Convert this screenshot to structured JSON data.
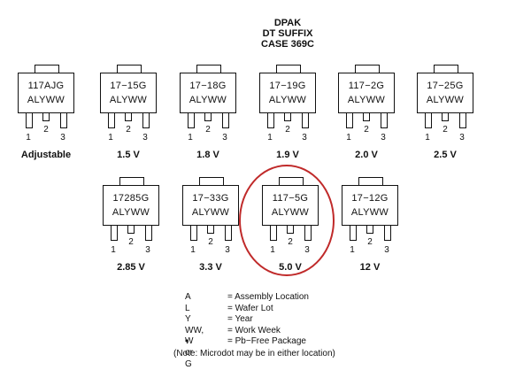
{
  "header": {
    "line1": "DPAK",
    "line2": "DT SUFFIX",
    "line3": "CASE 369C"
  },
  "pin_labels": {
    "p1": "1",
    "p2": "2",
    "p3": "3"
  },
  "packages": [
    {
      "code": "117AJG",
      "date": "ALYWW",
      "voltage": "Adjustable"
    },
    {
      "code": "17−15G",
      "date": "ALYWW",
      "voltage": "1.5 V"
    },
    {
      "code": "17−18G",
      "date": "ALYWW",
      "voltage": "1.8 V"
    },
    {
      "code": "17−19G",
      "date": "ALYWW",
      "voltage": "1.9 V"
    },
    {
      "code": "117−2G",
      "date": "ALYWW",
      "voltage": "2.0 V"
    },
    {
      "code": "17−25G",
      "date": "ALYWW",
      "voltage": "2.5 V"
    },
    {
      "code": "17285G",
      "date": "ALYWW",
      "voltage": "2.85 V"
    },
    {
      "code": "17−33G",
      "date": "ALYWW",
      "voltage": "3.3 V"
    },
    {
      "code": "117−5G",
      "date": "ALYWW",
      "voltage": "5.0 V"
    },
    {
      "code": "17−12G",
      "date": "ALYWW",
      "voltage": "12 V"
    }
  ],
  "legend": [
    {
      "key": "A",
      "desc": "= Assembly Location"
    },
    {
      "key": "L",
      "desc": "= Wafer Lot"
    },
    {
      "key": "Y",
      "desc": "= Year"
    },
    {
      "key": "WW, W",
      "desc": "= Work Week"
    },
    {
      "key": "▪ or G",
      "desc": "= Pb−Free Package"
    }
  ],
  "note": "(Note: Microdot may be in either location)",
  "colors": {
    "highlight": "#c02a2a",
    "ink": "#111111"
  }
}
